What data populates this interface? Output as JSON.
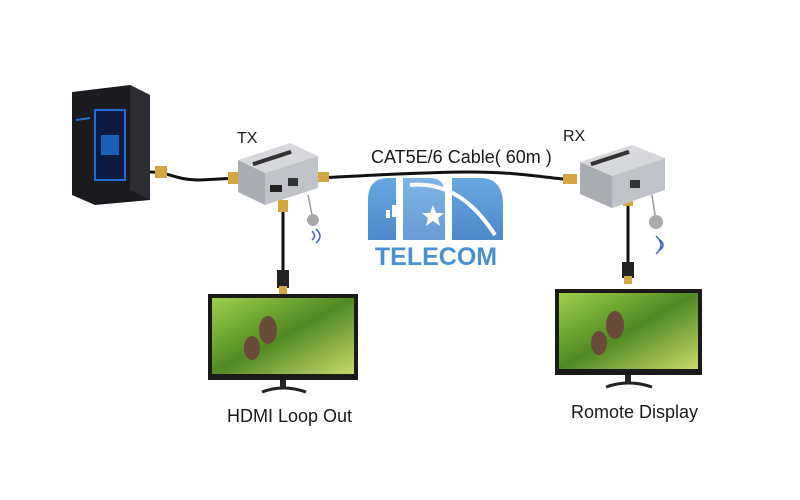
{
  "labels": {
    "tx": "TX",
    "rx": "RX",
    "cable": "CAT5E/6 Cable( 60m )",
    "loop_out": "HDMI Loop Out",
    "remote_display": "Romote Display"
  },
  "logo": {
    "text": "TELECOM",
    "color": "#4a90d0"
  },
  "colors": {
    "cable": "#111111",
    "device": "#b9bcc0",
    "pc_accent": "#1f6fd8",
    "ir_wave": "#3a5fd0"
  }
}
